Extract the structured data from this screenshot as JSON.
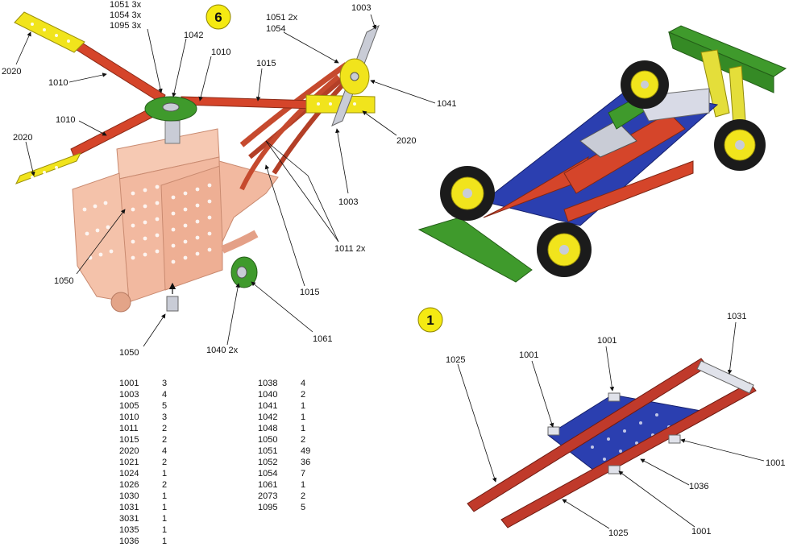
{
  "steps": {
    "step_a": "6",
    "step_b": "1"
  },
  "callouts": {
    "c1051_3x": "1051 3x",
    "c1054_3x": "1054 3x",
    "c1095_3x": "1095 3x",
    "c1042": "1042",
    "c1010_a": "1010",
    "c1010_b": "1010",
    "c1010_c": "1010",
    "c2020_a": "2020",
    "c2020_b": "2020",
    "c2020_c": "2020",
    "c1051_2x": "1051 2x",
    "c1054": "1054",
    "c1003_a": "1003",
    "c1003_b": "1003",
    "c1015_a": "1015",
    "c1015_b": "1015",
    "c1041": "1041",
    "c1011_2x": "1011 2x",
    "c1050_a": "1050",
    "c1050_b": "1050",
    "c1040_2x": "1040 2x",
    "c1061": "1061",
    "c1025_a": "1025",
    "c1025_b": "1025",
    "c1001_a": "1001",
    "c1001_b": "1001",
    "c1001_c": "1001",
    "c1001_d": "1001",
    "c1031": "1031",
    "c1036": "1036"
  },
  "parts_list": {
    "left": [
      {
        "code": "1001",
        "qty": "3"
      },
      {
        "code": "1003",
        "qty": "4"
      },
      {
        "code": "1005",
        "qty": "5"
      },
      {
        "code": "1010",
        "qty": "3"
      },
      {
        "code": "1011",
        "qty": "2"
      },
      {
        "code": "1015",
        "qty": "2"
      },
      {
        "code": "2020",
        "qty": "4"
      },
      {
        "code": "1021",
        "qty": "2"
      },
      {
        "code": "1024",
        "qty": "1"
      },
      {
        "code": "1026",
        "qty": "2"
      },
      {
        "code": "1030",
        "qty": "1"
      },
      {
        "code": "1031",
        "qty": "1"
      },
      {
        "code": "3031",
        "qty": "1"
      },
      {
        "code": "1035",
        "qty": "1"
      },
      {
        "code": "1036",
        "qty": "1"
      }
    ],
    "right": [
      {
        "code": "1038",
        "qty": "4"
      },
      {
        "code": "1040",
        "qty": "2"
      },
      {
        "code": "1041",
        "qty": "1"
      },
      {
        "code": "1042",
        "qty": "1"
      },
      {
        "code": "1048",
        "qty": "1"
      },
      {
        "code": "1050",
        "qty": "2"
      },
      {
        "code": "1051",
        "qty": "49"
      },
      {
        "code": "1052",
        "qty": "36"
      },
      {
        "code": "1054",
        "qty": "7"
      },
      {
        "code": "1061",
        "qty": "1"
      },
      {
        "code": "2073",
        "qty": "2"
      },
      {
        "code": "1095",
        "qty": "5"
      }
    ]
  },
  "colors": {
    "red": "#d5452a",
    "dark_red": "#b8312a",
    "yellow": "#f1e41c",
    "green": "#3f9a2c",
    "blue": "#2b3fb0",
    "salmon": "#f2b9a0",
    "silver": "#c9ccd6",
    "tire": "#1b1b1b"
  }
}
